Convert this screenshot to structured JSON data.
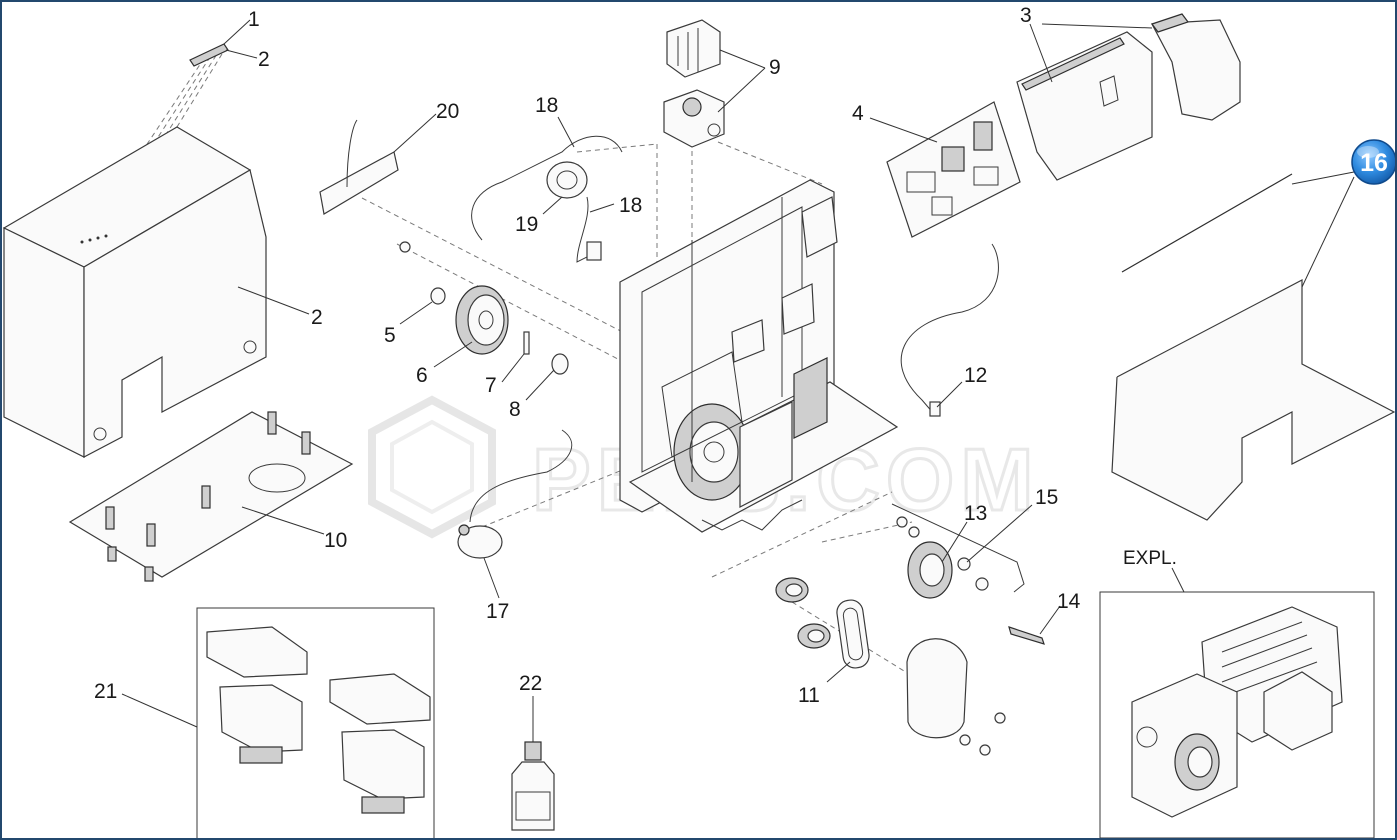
{
  "watermark": "PELS.COM",
  "callouts": {
    "c1": "1",
    "c2a": "2",
    "c2b": "2",
    "c3": "3",
    "c4": "4",
    "c5": "5",
    "c6": "6",
    "c7": "7",
    "c8": "8",
    "c9": "9",
    "c10": "10",
    "c11": "11",
    "c12": "12",
    "c13": "13",
    "c14": "14",
    "c15": "15",
    "c17": "17",
    "c18a": "18",
    "c18b": "18",
    "c19": "19",
    "c20": "20",
    "c21": "21",
    "c22": "22"
  },
  "badge": "16",
  "expl_label": "EXPL.",
  "colors": {
    "frame": "#23486e",
    "badge": "#2f8be0",
    "line": "#3a3a3a"
  }
}
